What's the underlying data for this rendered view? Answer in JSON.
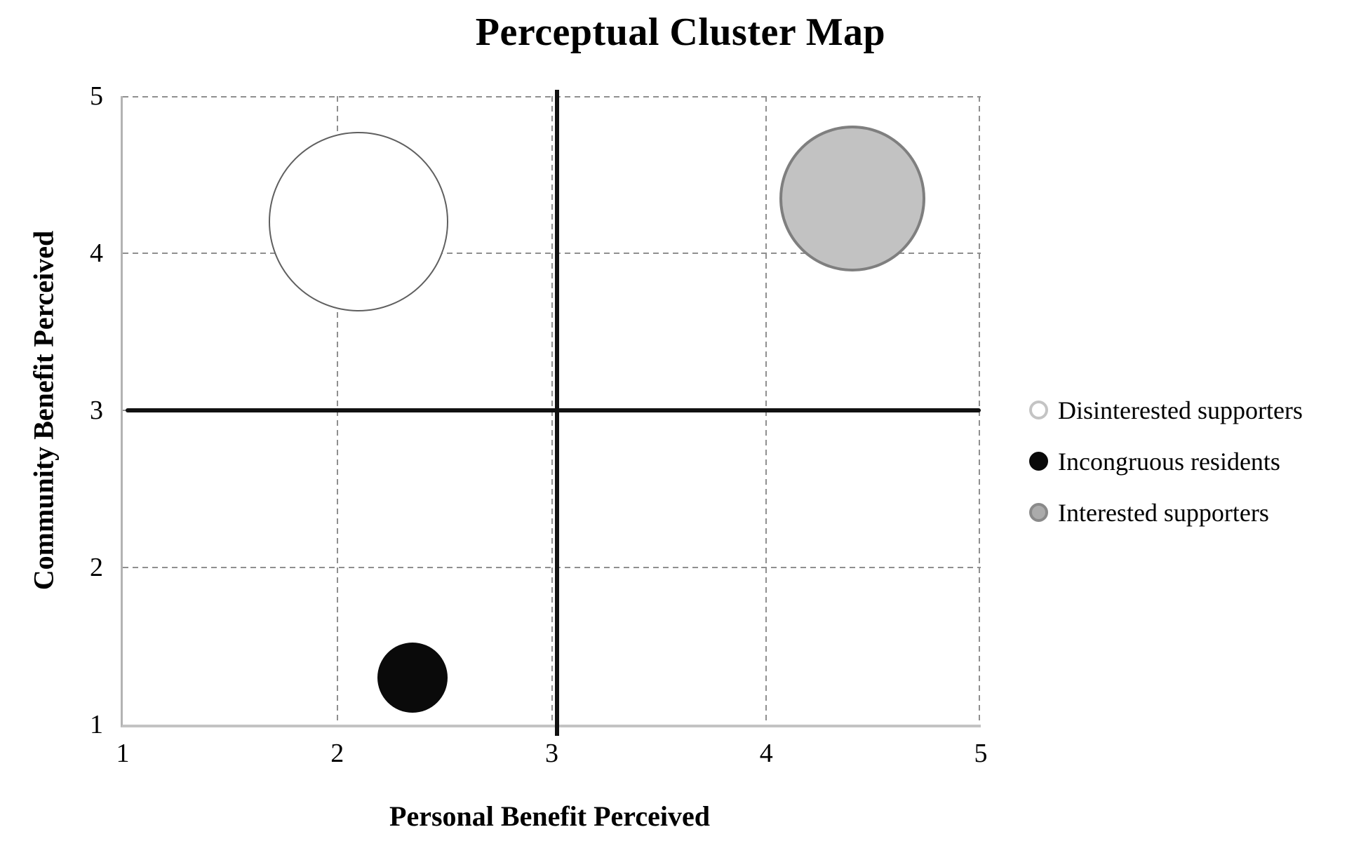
{
  "figure": {
    "title": "Perceptual Cluster Map",
    "x_axis_title": "Personal Benefit Perceived",
    "y_axis_title": "Community Benefit Perceived"
  },
  "chart_data": {
    "type": "scatter",
    "subtype": "bubble-quadrant-map",
    "title": "Perceptual Cluster Map",
    "xlabel": "Personal Benefit Perceived",
    "ylabel": "Community Benefit Perceived",
    "xlim": [
      1,
      5
    ],
    "ylim": [
      1,
      5
    ],
    "x_ticks": [
      1,
      2,
      3,
      4,
      5
    ],
    "y_ticks": [
      1,
      2,
      3,
      4,
      5
    ],
    "grid": "dashed",
    "legend_position": "right",
    "quadrant_lines": {
      "x": 3,
      "y": 3
    },
    "series": [
      {
        "name": "Disinterested supporters",
        "x": 2.1,
        "y": 4.2,
        "radius_px": 128,
        "fill": "#ffffff",
        "stroke": "#5f5f5f",
        "stroke_width": 2
      },
      {
        "name": "Incongruous residents",
        "x": 2.35,
        "y": 1.3,
        "radius_px": 50,
        "fill": "#0a0a0a",
        "stroke": "#0a0a0a",
        "stroke_width": 0
      },
      {
        "name": "Interested supporters",
        "x": 4.4,
        "y": 4.35,
        "radius_px": 104,
        "fill": "#c2c2c2",
        "stroke": "#7f7f7f",
        "stroke_width": 4
      }
    ]
  },
  "legend": {
    "items": [
      {
        "label": "Disinterested supporters",
        "marker_fill": "#ffffff",
        "marker_stroke": "#c4c4c4"
      },
      {
        "label": "Incongruous residents",
        "marker_fill": "#0a0a0a",
        "marker_stroke": "#0a0a0a"
      },
      {
        "label": "Interested supporters",
        "marker_fill": "#ababab",
        "marker_stroke": "#8a8a8a"
      }
    ]
  },
  "colors": {
    "grid": "#8f8f8f",
    "axis_edge_left": "#b3b3b3",
    "axis_edge_bottom": "#c3c3c3",
    "quadrant_line": "#111111",
    "text": "#000000",
    "background": "#ffffff"
  }
}
